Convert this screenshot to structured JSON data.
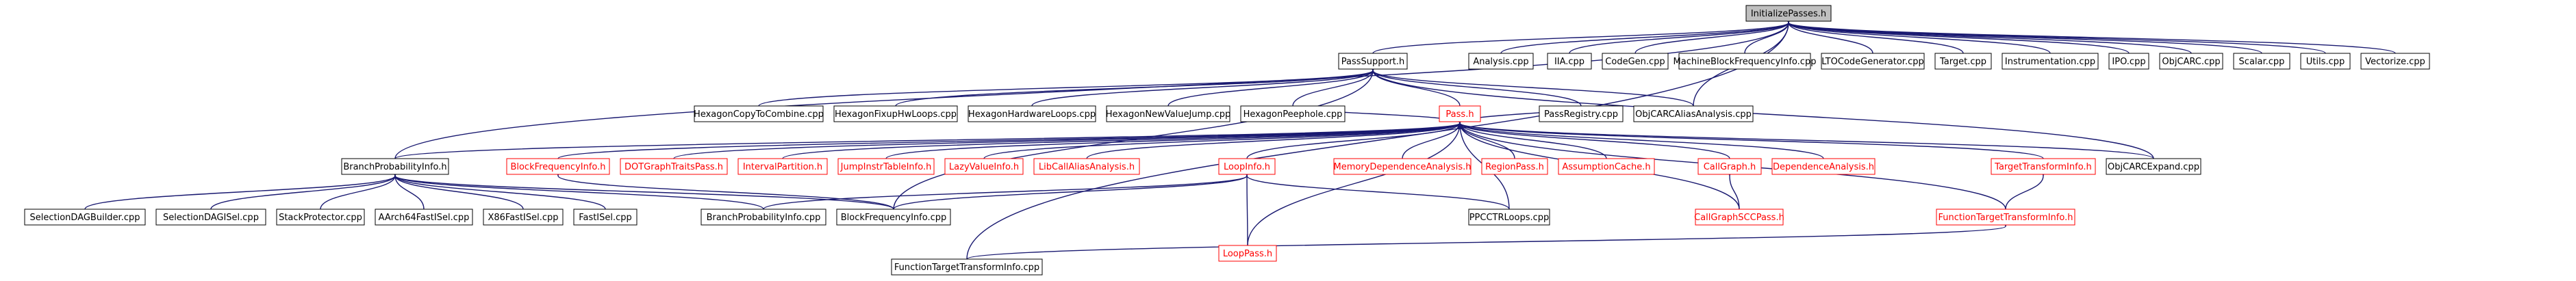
{
  "colors": {
    "edge": "#191970",
    "node_border": "#000000",
    "node_border_red": "#ff0000",
    "node_fill": "#ffffff",
    "root_fill": "#bfbfbf",
    "text_dark": "#000000",
    "text_red": "#ff0000"
  },
  "nodes": [
    {
      "id": "initialize_passes",
      "label": "InitializePasses.h",
      "root": true
    },
    {
      "id": "analysis_cpp",
      "label": "Analysis.cpp"
    },
    {
      "id": "iia_cpp",
      "label": "IIA.cpp"
    },
    {
      "id": "codegen_cpp",
      "label": "CodeGen.cpp"
    },
    {
      "id": "mbfi_cpp",
      "label": "MachineBlockFrequencyInfo.cpp"
    },
    {
      "id": "lto_cg_cpp",
      "label": "LTOCodeGenerator.cpp"
    },
    {
      "id": "target_cpp",
      "label": "Target.cpp"
    },
    {
      "id": "instrumentation_cpp",
      "label": "Instrumentation.cpp"
    },
    {
      "id": "ipo_cpp",
      "label": "IPO.cpp"
    },
    {
      "id": "objcarc_cpp",
      "label": "ObjCARC.cpp"
    },
    {
      "id": "scalar_cpp",
      "label": "Scalar.cpp"
    },
    {
      "id": "utils_cpp",
      "label": "Utils.cpp"
    },
    {
      "id": "vectorize_cpp",
      "label": "Vectorize.cpp"
    },
    {
      "id": "pass_support_h",
      "label": "PassSupport.h"
    },
    {
      "id": "hex_c2c",
      "label": "HexagonCopyToCombine.cpp"
    },
    {
      "id": "hex_fixup",
      "label": "HexagonFixupHwLoops.cpp"
    },
    {
      "id": "hex_hwloops",
      "label": "HexagonHardwareLoops.cpp"
    },
    {
      "id": "hex_nvj",
      "label": "HexagonNewValueJump.cpp"
    },
    {
      "id": "hex_peephole",
      "label": "HexagonPeephole.cpp"
    },
    {
      "id": "pass_registry_cpp",
      "label": "PassRegistry.cpp"
    },
    {
      "id": "objcarc_aa_cpp",
      "label": "ObjCARCAliasAnalysis.cpp"
    },
    {
      "id": "pass_h",
      "label": "Pass.h",
      "red": true
    },
    {
      "id": "bpi_h",
      "label": "BranchProbabilityInfo.h"
    },
    {
      "id": "bfi_h",
      "label": "BlockFrequencyInfo.h",
      "red": true
    },
    {
      "id": "dot_graph_h",
      "label": "DOTGraphTraitsPass.h",
      "red": true
    },
    {
      "id": "interval_partition_h",
      "label": "IntervalPartition.h",
      "red": true
    },
    {
      "id": "jump_instr_h",
      "label": "JumpInstrTableInfo.h",
      "red": true
    },
    {
      "id": "lazy_value_h",
      "label": "LazyValueInfo.h",
      "red": true
    },
    {
      "id": "libcall_aa_h",
      "label": "LibCallAliasAnalysis.h",
      "red": true
    },
    {
      "id": "loopinfo_h",
      "label": "LoopInfo.h",
      "red": true
    },
    {
      "id": "memdep_h",
      "label": "MemoryDependenceAnalysis.h",
      "red": true
    },
    {
      "id": "region_pass_h",
      "label": "RegionPass.h",
      "red": true
    },
    {
      "id": "assumption_cache_h",
      "label": "AssumptionCache.h",
      "red": true
    },
    {
      "id": "callgraph_h",
      "label": "CallGraph.h",
      "red": true
    },
    {
      "id": "dependence_h",
      "label": "DependenceAnalysis.h",
      "red": true
    },
    {
      "id": "tti_h",
      "label": "TargetTransformInfo.h",
      "red": true
    },
    {
      "id": "objcarc_expand_cpp",
      "label": "ObjCARCExpand.cpp"
    },
    {
      "id": "sdag_builder_cpp",
      "label": "SelectionDAGBuilder.cpp"
    },
    {
      "id": "sdag_isel_cpp",
      "label": "SelectionDAGISel.cpp"
    },
    {
      "id": "stack_protector_cpp",
      "label": "StackProtector.cpp"
    },
    {
      "id": "aarch64_fisel_cpp",
      "label": "AArch64FastISel.cpp"
    },
    {
      "id": "x86_fisel_cpp",
      "label": "X86FastISel.cpp"
    },
    {
      "id": "fastisel_cpp",
      "label": "FastISel.cpp"
    },
    {
      "id": "bpi_cpp",
      "label": "BranchProbabilityInfo.cpp"
    },
    {
      "id": "bfi_cpp",
      "label": "BlockFrequencyInfo.cpp"
    },
    {
      "id": "looppass_h",
      "label": "LoopPass.h",
      "red": true
    },
    {
      "id": "ppc_ctr_cpp",
      "label": "PPCCTRLoops.cpp"
    },
    {
      "id": "callgraph_scc_h",
      "label": "CallGraphSCCPass.h",
      "red": true
    },
    {
      "id": "ftti_h",
      "label": "FunctionTargetTransformInfo.h",
      "red": true
    },
    {
      "id": "ftti_cpp",
      "label": "FunctionTargetTransformInfo.cpp"
    }
  ],
  "edges": [
    [
      "initialize_passes",
      "analysis_cpp"
    ],
    [
      "initialize_passes",
      "iia_cpp"
    ],
    [
      "initialize_passes",
      "codegen_cpp"
    ],
    [
      "initialize_passes",
      "mbfi_cpp"
    ],
    [
      "initialize_passes",
      "lto_cg_cpp"
    ],
    [
      "initialize_passes",
      "target_cpp"
    ],
    [
      "initialize_passes",
      "instrumentation_cpp"
    ],
    [
      "initialize_passes",
      "ipo_cpp"
    ],
    [
      "initialize_passes",
      "objcarc_cpp"
    ],
    [
      "initialize_passes",
      "scalar_cpp"
    ],
    [
      "initialize_passes",
      "utils_cpp"
    ],
    [
      "initialize_passes",
      "vectorize_cpp"
    ],
    [
      "initialize_passes",
      "pass_support_h"
    ],
    [
      "initialize_passes",
      "bpi_h"
    ],
    [
      "initialize_passes",
      "objcarc_aa_cpp"
    ],
    [
      "initialize_passes",
      "ftti_cpp"
    ],
    [
      "pass_support_h",
      "hex_c2c"
    ],
    [
      "pass_support_h",
      "hex_fixup"
    ],
    [
      "pass_support_h",
      "hex_hwloops"
    ],
    [
      "pass_support_h",
      "hex_nvj"
    ],
    [
      "pass_support_h",
      "hex_peephole"
    ],
    [
      "pass_support_h",
      "pass_registry_cpp"
    ],
    [
      "pass_support_h",
      "objcarc_aa_cpp"
    ],
    [
      "pass_support_h",
      "pass_h"
    ],
    [
      "pass_support_h",
      "bfi_cpp"
    ],
    [
      "pass_support_h",
      "objcarc_expand_cpp"
    ],
    [
      "pass_h",
      "bpi_h"
    ],
    [
      "pass_h",
      "bfi_h"
    ],
    [
      "pass_h",
      "dot_graph_h"
    ],
    [
      "pass_h",
      "interval_partition_h"
    ],
    [
      "pass_h",
      "jump_instr_h"
    ],
    [
      "pass_h",
      "lazy_value_h"
    ],
    [
      "pass_h",
      "libcall_aa_h"
    ],
    [
      "pass_h",
      "loopinfo_h"
    ],
    [
      "pass_h",
      "memdep_h"
    ],
    [
      "pass_h",
      "region_pass_h"
    ],
    [
      "pass_h",
      "assumption_cache_h"
    ],
    [
      "pass_h",
      "callgraph_h"
    ],
    [
      "pass_h",
      "dependence_h"
    ],
    [
      "pass_h",
      "tti_h"
    ],
    [
      "pass_h",
      "objcarc_expand_cpp"
    ],
    [
      "pass_h",
      "looppass_h"
    ],
    [
      "pass_h",
      "callgraph_scc_h"
    ],
    [
      "pass_h",
      "ftti_h"
    ],
    [
      "pass_h",
      "hex_peephole"
    ],
    [
      "pass_h",
      "pass_registry_cpp"
    ],
    [
      "pass_h",
      "ppc_ctr_cpp"
    ],
    [
      "bpi_h",
      "sdag_builder_cpp"
    ],
    [
      "bpi_h",
      "sdag_isel_cpp"
    ],
    [
      "bpi_h",
      "stack_protector_cpp"
    ],
    [
      "bpi_h",
      "aarch64_fisel_cpp"
    ],
    [
      "bpi_h",
      "x86_fisel_cpp"
    ],
    [
      "bpi_h",
      "fastisel_cpp"
    ],
    [
      "bpi_h",
      "bpi_cpp"
    ],
    [
      "bpi_h",
      "bfi_cpp"
    ],
    [
      "bfi_h",
      "bfi_cpp"
    ],
    [
      "loopinfo_h",
      "looppass_h"
    ],
    [
      "loopinfo_h",
      "ppc_ctr_cpp"
    ],
    [
      "loopinfo_h",
      "bpi_cpp"
    ],
    [
      "loopinfo_h",
      "bfi_cpp"
    ],
    [
      "callgraph_h",
      "callgraph_scc_h"
    ],
    [
      "tti_h",
      "ftti_h"
    ],
    [
      "ftti_h",
      "ftti_cpp"
    ]
  ]
}
